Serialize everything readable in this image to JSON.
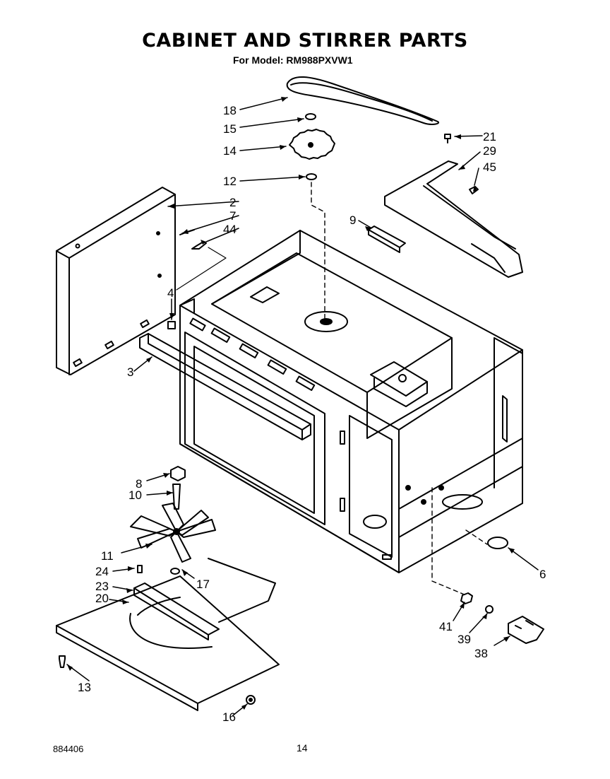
{
  "header": {
    "title": "CABINET AND STIRRER PARTS",
    "subtitle": "For Model: RM988PXVW1"
  },
  "footer": {
    "code": "884406",
    "page": "14"
  },
  "callouts": [
    "18",
    "15",
    "14",
    "12",
    "2",
    "7",
    "44",
    "4",
    "3",
    "8",
    "10",
    "11",
    "24",
    "23",
    "20",
    "17",
    "13",
    "16",
    "21",
    "29",
    "45",
    "9",
    "6",
    "41",
    "39",
    "38"
  ]
}
